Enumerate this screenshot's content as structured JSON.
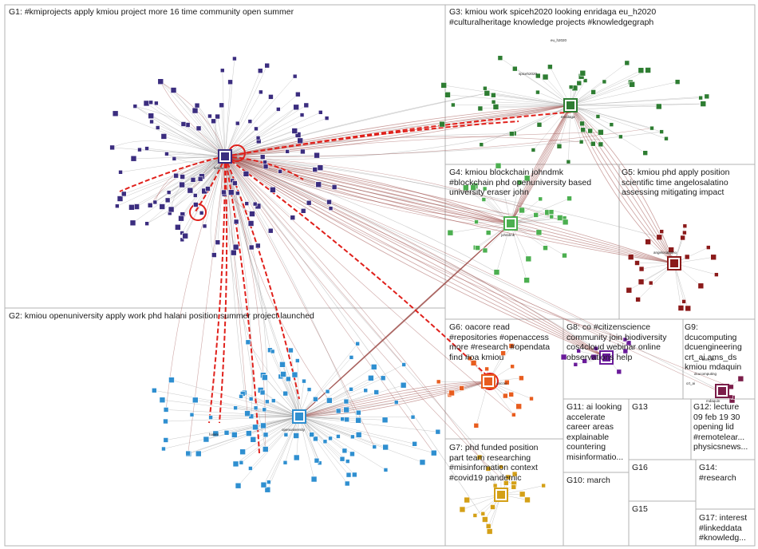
{
  "groups": {
    "g1": {
      "label": "G1: #kmiprojects apply kmiou project more 16 time community open summer"
    },
    "g2": {
      "label": "G2: kmiou openuniversity apply work phd halani position summer project launched"
    },
    "g3": {
      "label": "G3: kmiou work spiceh2020 looking enridaga eu_h2020\n#culturalheritage knowledge projects #knowledgegraph"
    },
    "g4": {
      "label": "G4: kmiou blockchain johndmk\n#blockchain phd openuniversity based\nuniversity eraser john"
    },
    "g5": {
      "label": "G5: kmiou phd apply position\nscientific time angelosalatino\nassessing mitigating impact"
    },
    "g6": {
      "label": "G6: oacore read\n#repositories #openaccess\nmore #research #opendata\nfind #oa kmiou"
    },
    "g7": {
      "label": "G7: phd funded position\npart team researching\n#misinformation context\n#covid19 pandemic"
    },
    "g8": {
      "label": "G8: co #citizenscience\ncommunity join biodiversity\ncos4cloud webinar online\nobservations help"
    },
    "g9": {
      "label": "G9:\ndcucomputing\ndcuengineering\ncrt_ai ams_ds\nkmiou mdaquin"
    },
    "g10": {
      "label": "G10: march"
    },
    "g11": {
      "label": "G11: ai looking\naccelerate\ncareer areas\nexplainable\ncountering\nmisinformatio..."
    },
    "g12": {
      "label": "G12: lecture\n09 feb 19 30\nopening lid\n#remotelear...\nphysicsnews..."
    },
    "g13": {
      "label": "G13"
    },
    "g14": {
      "label": "G14:\n#research"
    },
    "g15": {
      "label": "G15"
    },
    "g16": {
      "label": "G16"
    },
    "g17": {
      "label": "G17: interest\n#linkeddata\n#knowledg..."
    }
  },
  "node_labels": [
    "kmiou",
    "openuniversity",
    "halani",
    "enridaga",
    "johndmk",
    "angelosalatino",
    "oacore",
    "spiceh2020",
    "eu_h2020",
    "mdaquin",
    "dcucomputing",
    "crt_ai",
    "ams_ds"
  ],
  "colors": {
    "frame": "#b3b3b3",
    "edge_gray": "#9a9a9a",
    "edge_red": "#e0201b",
    "edge_brown": "#a0524f",
    "g1": "#3b2d7f",
    "g2": "#2f8fd0",
    "g3": "#2e7d32",
    "g4": "#4caf50",
    "g5": "#8b1a1a",
    "g6": "#e85d1f",
    "g7": "#d4a017",
    "g8": "#6a1b9a",
    "g9": "#7b1e4a"
  }
}
